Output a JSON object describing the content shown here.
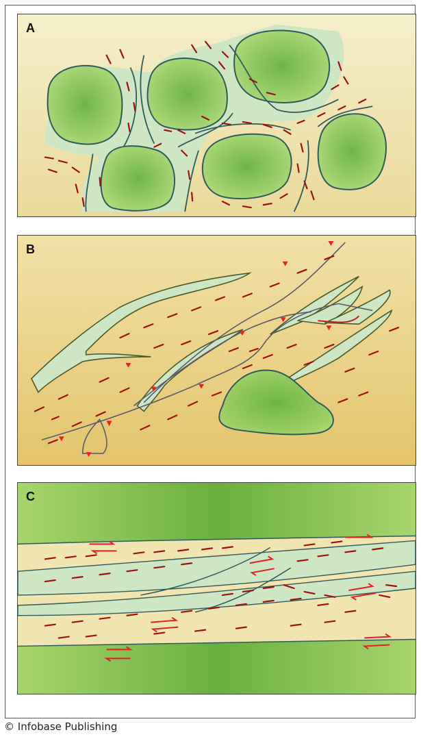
{
  "panels": [
    {
      "label": "A"
    },
    {
      "label": "B"
    },
    {
      "label": "C"
    }
  ],
  "credit": "© Infobase Publishing",
  "colors": {
    "background_sand_light": "#f4eec8",
    "background_sand_dark": "#e6c870",
    "clast_green": "#6db544",
    "clast_green_light": "#a8d46e",
    "vein_pale_green": "#cfe6c4",
    "outline": "#2f5a5a",
    "foliation_red": "#a01010",
    "arrow_red": "#e0202a",
    "thrust_tooth": "#e8202a"
  }
}
